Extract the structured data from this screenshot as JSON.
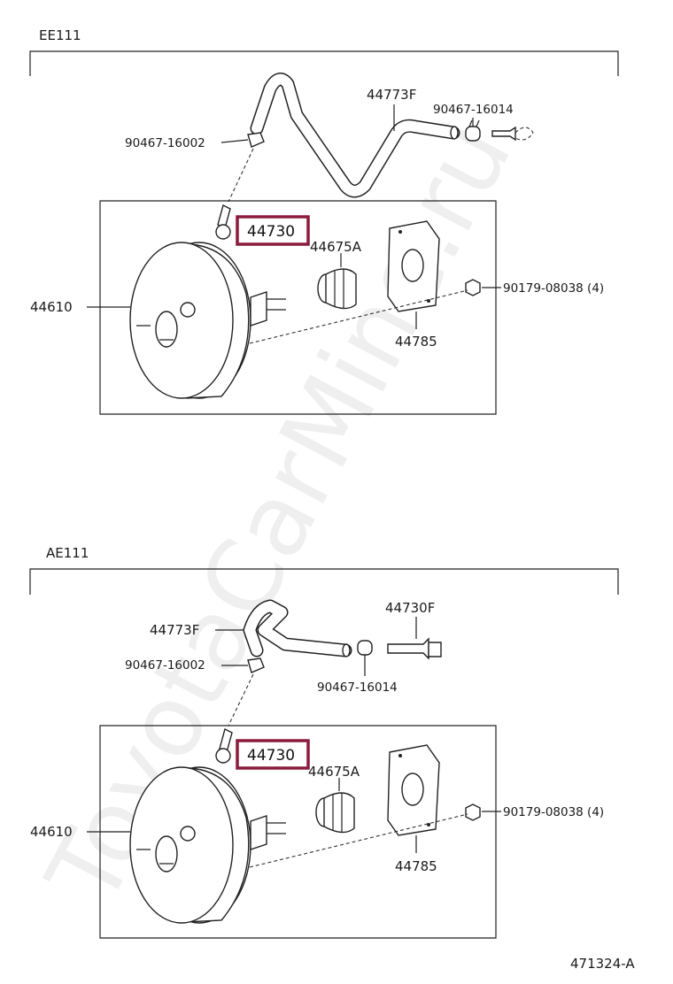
{
  "sections": [
    {
      "variant": "EE111",
      "highlight_part": "44730",
      "labels": {
        "hose": "44773F",
        "clip_top": "90467-16014",
        "clip_left": "90467-16002",
        "booster": "44610",
        "boot": "44675A",
        "nut": "90179-08038 (4)",
        "gasket": "44785"
      }
    },
    {
      "variant": "AE111",
      "highlight_part": "44730",
      "labels": {
        "hose": "44773F",
        "fitting": "44730F",
        "clip_left": "90467-16002",
        "clip_bottom": "90467-16014",
        "booster": "44610",
        "boot": "44675A",
        "nut": "90179-08038 (4)",
        "gasket": "44785"
      }
    }
  ],
  "diagram_number": "471324-A",
  "watermark": "ToyotaCarMine.ru",
  "colors": {
    "highlight": "#8b1c3c",
    "line": "#222222"
  }
}
